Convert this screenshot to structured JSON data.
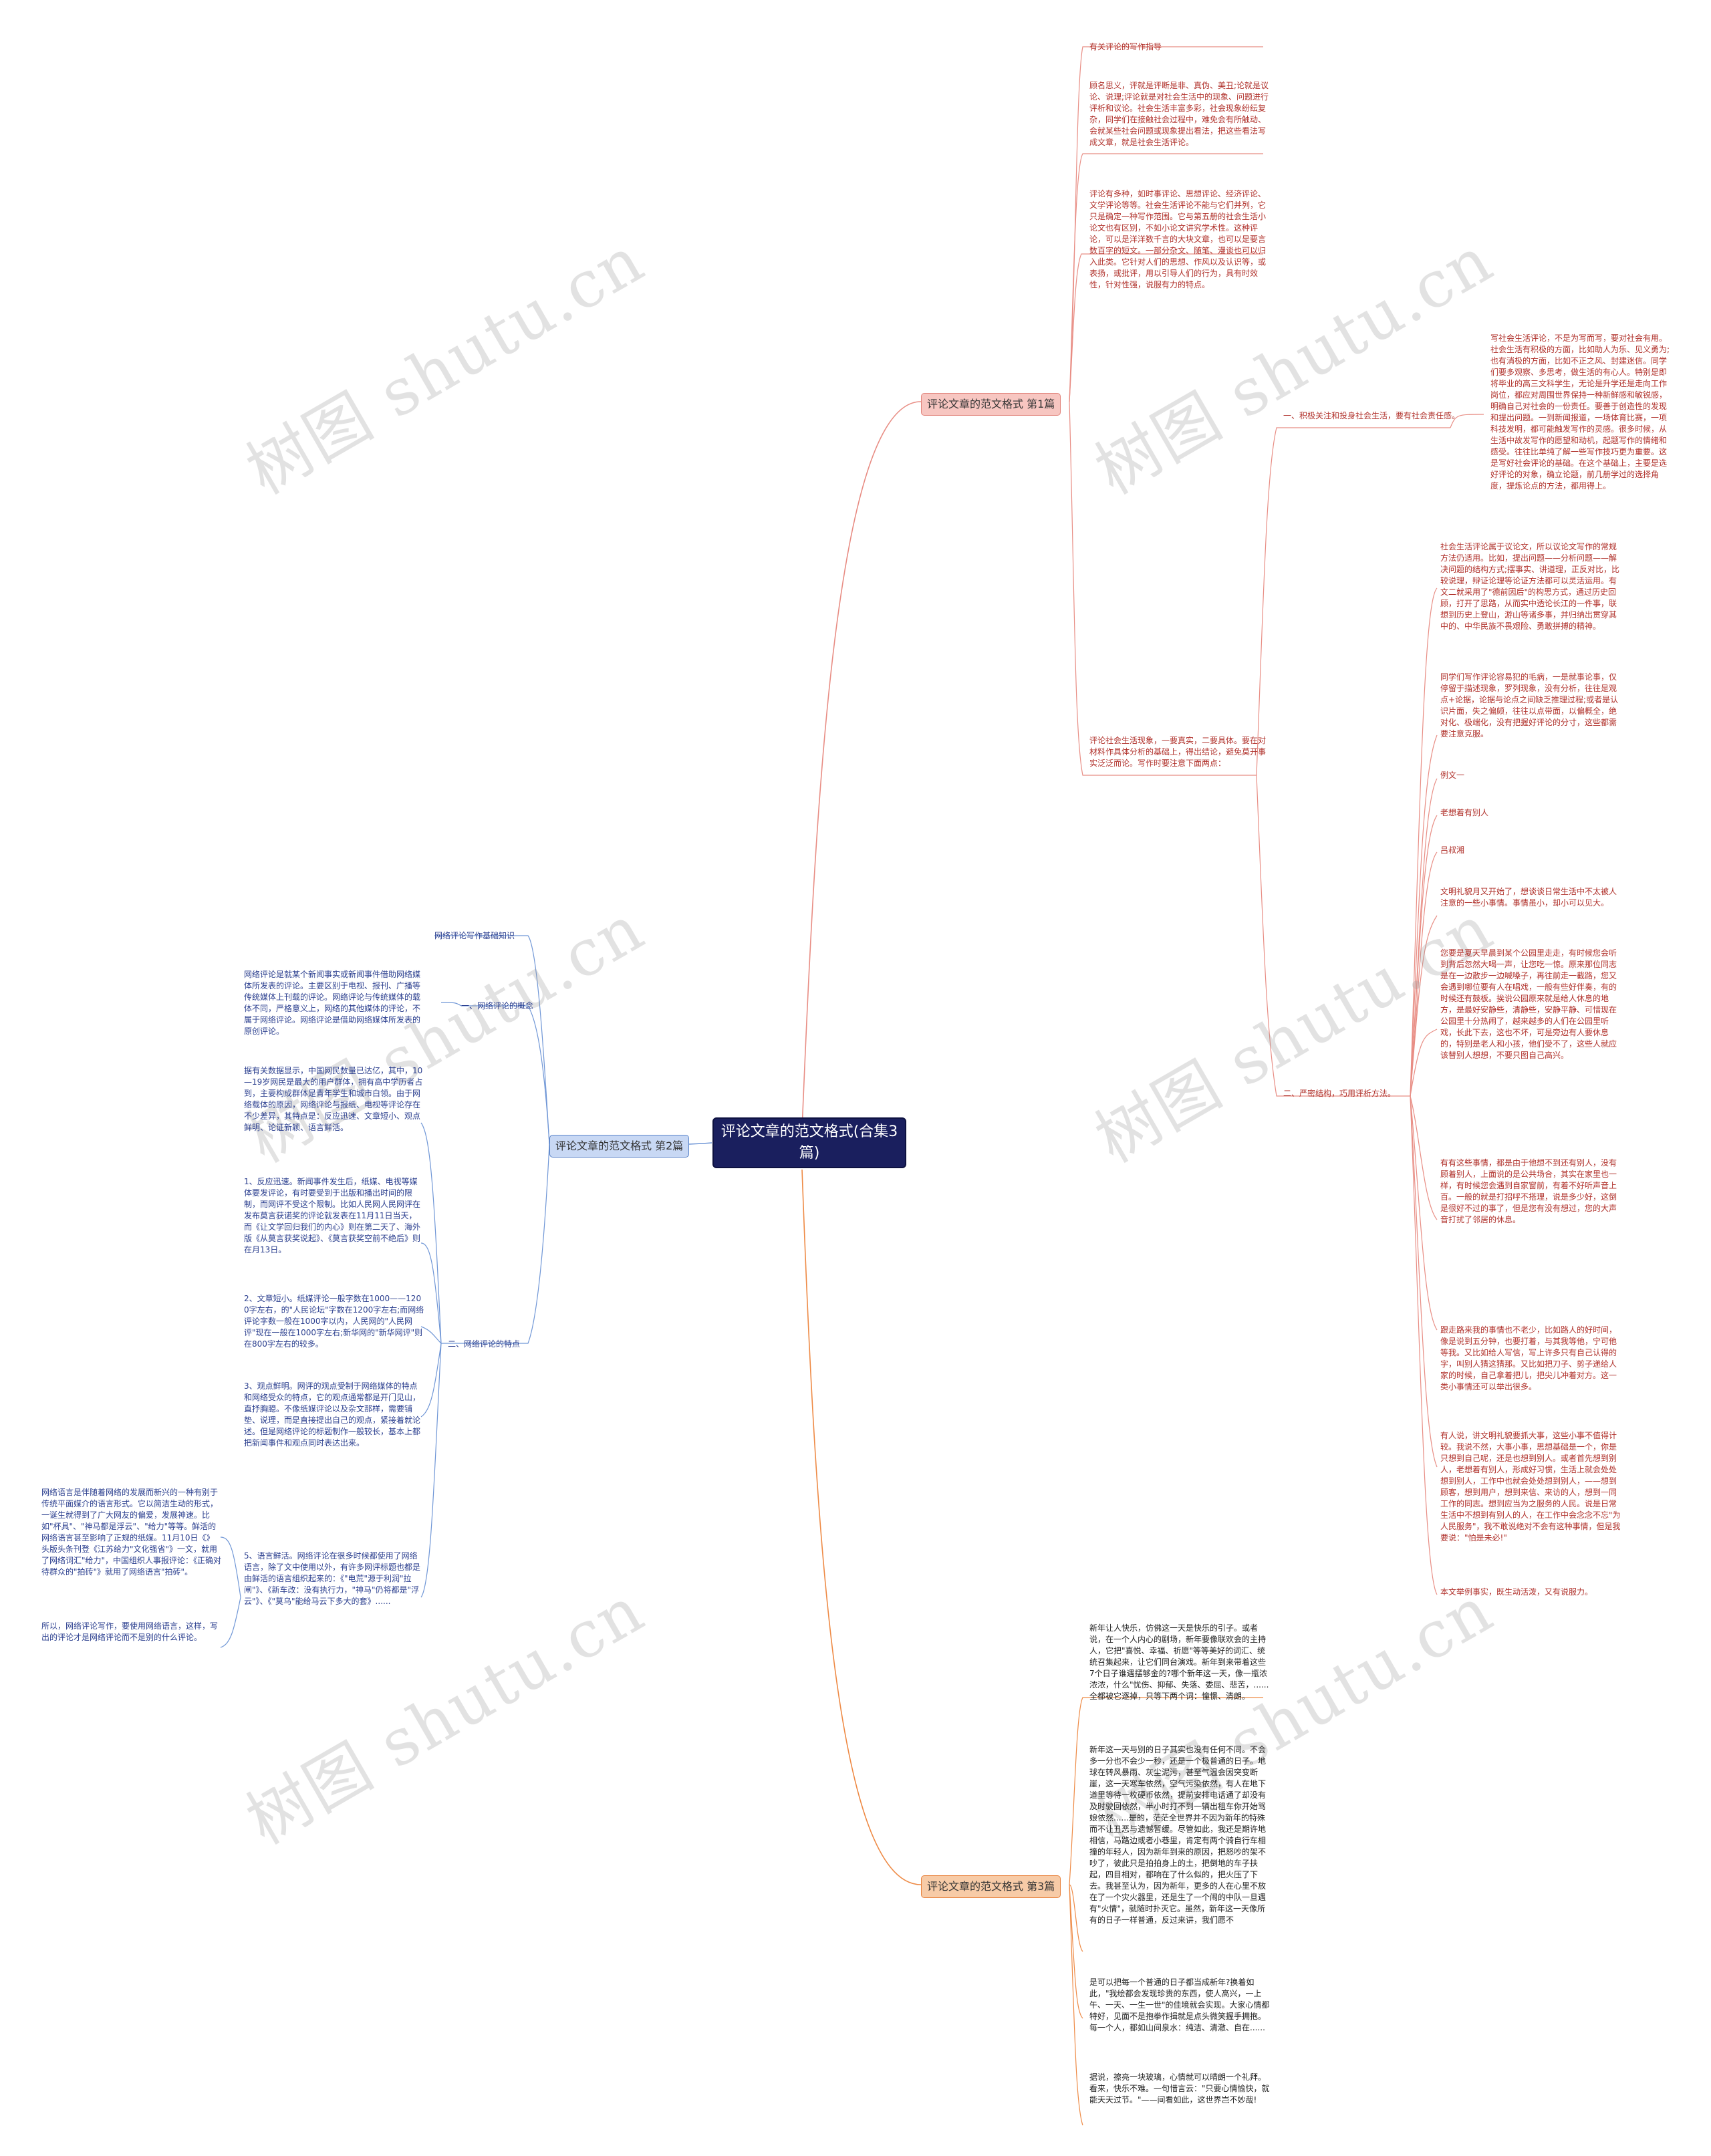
{
  "root": "评论文章的范文格式(合集3篇)",
  "watermark": "树图 shutu.cn",
  "branches": {
    "b1": {
      "label": "评论文章的范文格式 第1篇",
      "intro": [
        "有关评论的写作指导",
        "顾名思义，评就是评断是非、真伪、美丑;论就是议论、说理;评论就是对社会生活中的现象、问题进行评析和议论。社会生活丰富多彩，社会现象纷纭复杂，同学们在接触社会过程中，难免会有所触动、会就某些社会问题或现象提出看法，把这些看法写成文章，就是社会生活评论。",
        "评论有多种，如时事评论、思想评论、经济评论、文学评论等等。社会生活评论不能与它们并列，它只是确定一种写作范围。它与第五册的社会生活小论文也有区别，不如小论文讲究学术性。这种评论，可以是洋洋数千言的大块文章，也可以是要言数百字的短文。一部分杂文、随笔、漫谈也可以归入此类。它针对人们的思想、作风以及认识等，或表扬，或批评，用以引导人们的行为，具有时效性，针对性强，说服有力的特点。"
      ],
      "summary": "评论社会生活现象，一要真实，二要具体。要在对材料作具体分析的基础上，得出结论，避免莫开事实泛泛而论。写作时要注意下面两点：",
      "p1": {
        "label": "一、积极关注和投身社会生活，要有社会责任感。",
        "text": "写社会生活评论，不是为写而写，要对社会有用。社会生活有积极的方面，比如助人为乐、见义勇为;也有消极的方面，比如不正之风、封建迷信。同学们要多观察、多思考，做生活的有心人。特别是即将毕业的高三文科学生，无论是升学还是走向工作岗位，都应对周围世界保持一种新鲜感和敏锐感，明确自己对社会的一份责任。要善于创造性的发现和提出问题。一到新闻报道，一场体育比赛，一项科技发明，都可能触发写作的灵感。很多时候，从生活中故发写作的愿望和动机，起题写作的情绪和感受。往往比单纯了解一些写作技巧更为重要。这是写好社会评论的基础。在这个基础上，主要是选好评论的对象，确立论题，前几册学过的选择角度，提炼论点的方法，都用得上。"
      },
      "p2": {
        "label": "二、严密结构，巧用评析方法。",
        "items": [
          "社会生活评论属于议论文，所以议论文写作的常规方法仍适用。比如，提出问题——分析问题——解决问题的结构方式;摆事实、讲道理，正反对比，比较说理，辩证论理等论证方法都可以灵活运用。有文二就采用了\"德前因后\"的构思方式，通过历史回顾，打开了思路，从而实中透论长江的一件事，联想到历史上登山，游山等诸多事，并归纳出贯穿其中的、中华民族不畏艰险、勇敢拼搏的精神。",
          "同学们写作评论容易犯的毛病，一是就事论事，仅停留于描述现象，罗列现象，没有分析，往往是观点+论据，论据与论点之间缺乏推理过程;或者是认识片面，失之偏颇，往往以点带面，以偏概全，绝对化、极端化，没有把握好评论的分寸，这些都需要注意克服。",
          "例文一",
          "老想着有别人",
          "吕叔湘",
          "文明礼貌月又开始了，想谈谈日常生活中不太被人注意的一些小事情。事情虽小，却小可以见大。",
          "您要是夏天早晨到某个公园里走走，有时候您会听到背后忽然大喝一声，让您吃一惊。原来那位同志是在一边散步一边喊嗓子，再往前走一截路，您又会遇到哪位要有人在唱戏，一般有些好伴奏，有的时候还有鼓板。挨说公园原来就是给人休息的地方，是最好安静些，清静些，安静平静、可惜现在公园里十分热闹了，越来越多的人们在公园里听戏，长此下去，这也不坏，可是旁边有人要休息的，特别是老人和小孩，他们受不了，这些人就应该替别人想想，不要只图自己高兴。",
          "有有这些事情，都是由于他想不到还有别人，没有顾着别人，上面说的是公共场合，其实在家里也一样，有时候您会遇到自家窗前，有着不好听声音上百。一般的就是打招呼不搭理，说是多少好，这倒是很好不过的事了，但是您有没有想过，您的大声音打扰了邻居的休息。",
          "跟走路来我的事情也不老少，比如路人的好时间，像是说到五分钟，也要打着，与其我等他，宁可他等我。又比如给人写信，写上许多只有自己认得的字，叫别人猜这猜那。又比如把刀子、剪子递给人家的时候，自己拿着把儿，把尖儿冲着对方。这一类小事情还可以举出很多。",
          "有人说，讲文明礼貌要抓大事，这些小事不值得计较。我说不然，大事小事，思想基础是一个，你是只想到自己呢，还是也想到别人。或者首先想到别人，老想着有别人，形成好习惯，生活上就会处处想到别人，工作中也就会处处想到别人，——想到顾客，想到用户，想到来信、来访的人，想到一同工作的同志。想到应当为之服务的人民。说是日常生活中不想到有别人的人，在工作中会念念不忘\"为人民服务\"，我不敢说绝对不会有这种事情，但是我要说：\"怕是未必!\"",
          "本文举例事实，既生动活泼，又有说服力。"
        ]
      }
    },
    "b2": {
      "label": "评论文章的范文格式 第2篇",
      "basic": "网络评论写作基础知识",
      "concept": {
        "label": "一、网络评论的概念",
        "text": "网络评论是就某个新闻事实或新闻事件借助网络媒体所发表的评论。主要区别于电视、报刊、广播等传统媒体上刊载的评论。网络评论与传统媒体的载体不同，严格意义上，网络的其他媒体的评论，不属于网络评论。网络评论是借助网络媒体所发表的原创评论。"
      },
      "feature": {
        "label": "二、网络评论的特点",
        "items": [
          "据有关数据显示，中国网民数量已达亿，其中，10—19岁网民是最大的用户群体，拥有高中学历者占到，主要构成群体是青年学生和城市白领。由于网络载体的原因，网络评论与报纸、电视等评论存在不少差异，其特点是：反应迅速、文章短小、观点鲜明、论证新颖、语言鲜活。",
          "1、反应迅速。新闻事件发生后，纸媒、电视等媒体要发评论，有时要受到于出版和播出时间的限制，而网评不受这个限制。比如人民网人民网评在发布莫言获诺奖的评论就发表在11月11日当天，而《让文学回归我们的内心》则在第二天了、海外版《从莫言获奖说起》、《莫言获奖空前不绝后》则在月13日。",
          "2、文章短小。纸媒评论一般字数在1000——1200字左右，的\"人民论坛\"字数在1200字左右;而网络评论字数一般在1000字以内，人民网的\"人民网评\"现在一般在1000字左右;新华网的\"新华网评\"则在800字左右的较多。",
          "3、观点鲜明。网评的观点受制于网络媒体的特点和网络受众的特点，它的观点通常都是开门见山，直抒胸臆。不像纸媒评论以及杂文那样，需要铺垫、说理，而是直接提出自己的观点，紧接着就论述。但是网络评论的标题制作一般较长，基本上都把新闻事件和观点同时表达出来。",
          "5、语言鲜活。网络评论在很多时候都使用了网络语言，除了文中使用以外，有许多网评标题也都是由鲜活的语言组织起来的：《\"电荒\"源于利润\"拉闸\"》、《新车改：没有执行力，\"神马\"仍将都是\"浮云\"》、《\"莫乌\"能给马云下多大的套》......"
        ],
        "sub": [
          "网络语言是伴随着网络的发展而新兴的一种有别于传统平面媒介的语言形式。它以简洁生动的形式，一诞生就得到了广大网友的偏爱，发展神速。比如\"杯具\"、\"神马都是浮云\"、\"给力\"等等。鲜活的网络语言甚至影响了正规的纸媒。11月10日《》头版头条刊登《江苏给力\"文化强省\"》一文，就用了网络词汇\"给力\"，中国组织人事报评论：《正确对待群众的\"拍砖\"》就用了网络语言\"拍砖\"。",
          "所以，网络评论写作，要使用网络语言，这样，写出的评论才是网络评论而不是别的什么评论。"
        ]
      }
    },
    "b3": {
      "label": "评论文章的范文格式 第3篇",
      "items": [
        "新年让人快乐，仿佛这一天是快乐的引子。或者说，在一个人内心的剧场，新年要像联欢会的主持人，它把\"喜悦、幸福、祈愿\"等等美好的词汇、统统召集起来，让它们同台演戏。新年到来带着这些7个日子谁遇摆够金的?哪个新年这一天，像一瓶浓浓浓，什么\"忧伤、抑郁、失落、委屈、悲苦，......全都被它逐掉，只等下两个词：憧憬、清朗。",
        "新年这一天与别的日子其实也没有任何不同。不会多一分也不会少一秒，还是一个极普通的日子。地球在转风暴雨、灰尘泥污，甚至气温会因突变断崖，这一天寒车依然，空气污染依然，有人在地下道里等待一枚硬币依然，提前安排电话通了却没有及时驶回依然，半小时打不到一辆出租车你开始骂娘依然......是的，茫茫全世界并不因为新年的特殊而不让丑恶与遗憾暂缓。尽管如此，我还是期许地相信，马路边或者小巷里，肯定有两个骑自行车相撞的年轻人，因为新年到来的原因，把怒吵的架不吵了，彼此只是拍拍身上的土，把倒地的车子扶起，四目相对，都响在了什么似的，把火压了下去。我甚至认为，因为新年，更多的人在心里不放在了一个灾火器里，还是生了一个闹的中队一旦遇有\"火情\"，就随时扑灭它。虽然，新年这一天像所有的日子一样普通，反过来讲，我们愿不",
        "是可以把每一个普通的日子都当成新年?换着如此，\"我绘都会发现珍贵的东西，使人高兴，一上午、一天、一生一世\"的佳境就会实现。大家心情都特好，见面不是抱拳作揖就是点头微笑握手拥抱。每一个人，都如山间泉水：纯洁、清澈、自在......",
        "据说，擦亮一块玻璃，心情就可以晴朗一个礼拜。看来，快乐不难。一句惜言云：\"只要心情愉快，就能天天过节。\"——间看如此，这世界岂不妙哉!"
      ]
    }
  },
  "colors": {
    "root": "#1a1f5e",
    "b1_line": "#e88d84",
    "b2_line": "#6f96d6",
    "b3_line": "#ee8a45",
    "b1_text": "#b0302a",
    "b2_text": "#2b3f8f"
  }
}
